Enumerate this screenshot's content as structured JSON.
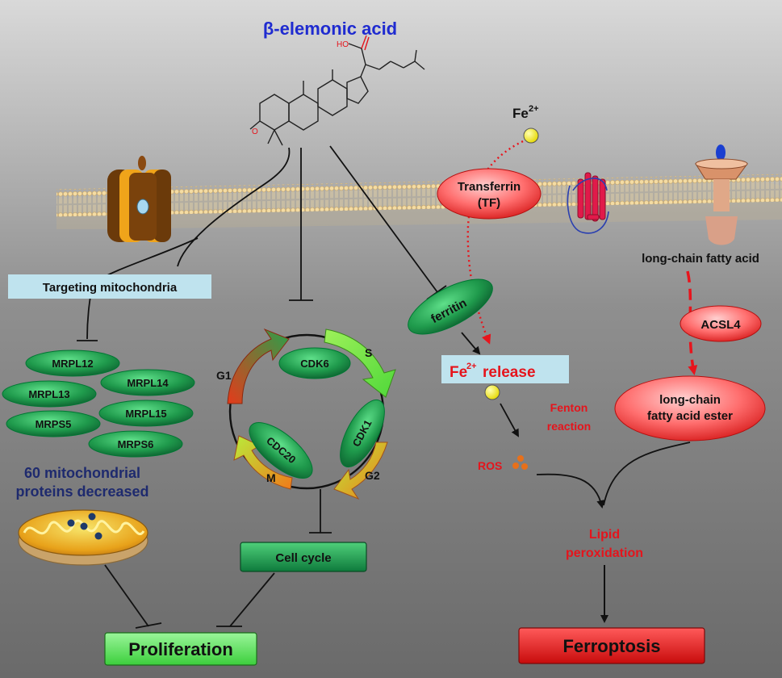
{
  "compound": {
    "name": "β-elemonic acid",
    "ho_label": "HO",
    "carbonyl_o": "O"
  },
  "iron": {
    "symbol": "Fe",
    "charge": "2+"
  },
  "proteins": {
    "transferrin_line1": "Transferrin",
    "transferrin_line2": "(TF)",
    "ferritin": "ferritin",
    "acsl4": "ACSL4"
  },
  "labels": {
    "fe_release_symbol": "Fe",
    "fe_release_charge": "2+",
    "fe_release_text": "release",
    "fenton_line1": "Fenton",
    "fenton_line2": "reaction",
    "ros": "ROS",
    "lipid_line1": "Lipid",
    "lipid_line2": "peroxidation",
    "lcfa": "long-chain fatty acid",
    "lcfa_ester_line1": "long-chain",
    "lcfa_ester_line2": "fatty acid ester",
    "targeting": "Targeting mitochondria",
    "mito_line1": "60 mitochondrial",
    "mito_line2": "proteins decreased"
  },
  "mrp": [
    "MRPL12",
    "MRPL13",
    "MRPL14",
    "MRPS5",
    "MRPL15",
    "MRPS6"
  ],
  "cell_cycle": {
    "phases": [
      "G1",
      "S",
      "G2",
      "M"
    ],
    "kinases": [
      "CDK6",
      "CDK1",
      "CDC20"
    ],
    "box": "Cell cycle"
  },
  "outcomes": {
    "proliferation": "Proliferation",
    "ferroptosis": "Ferroptosis"
  },
  "colors": {
    "title_blue": "#1f2bd0",
    "dark_blue": "#1e2a6e",
    "red_text": "#e5141c",
    "green_dark": "#0c6e38",
    "green_light": "#35c06a",
    "red_light": "#ff8a8a",
    "red_dark": "#d81a1a",
    "label_bg": "#bfe3ee",
    "prolif_bg": "#6fe36f",
    "ferro_bg": "#e51414",
    "iron_yellow": "#f5ef1a"
  }
}
